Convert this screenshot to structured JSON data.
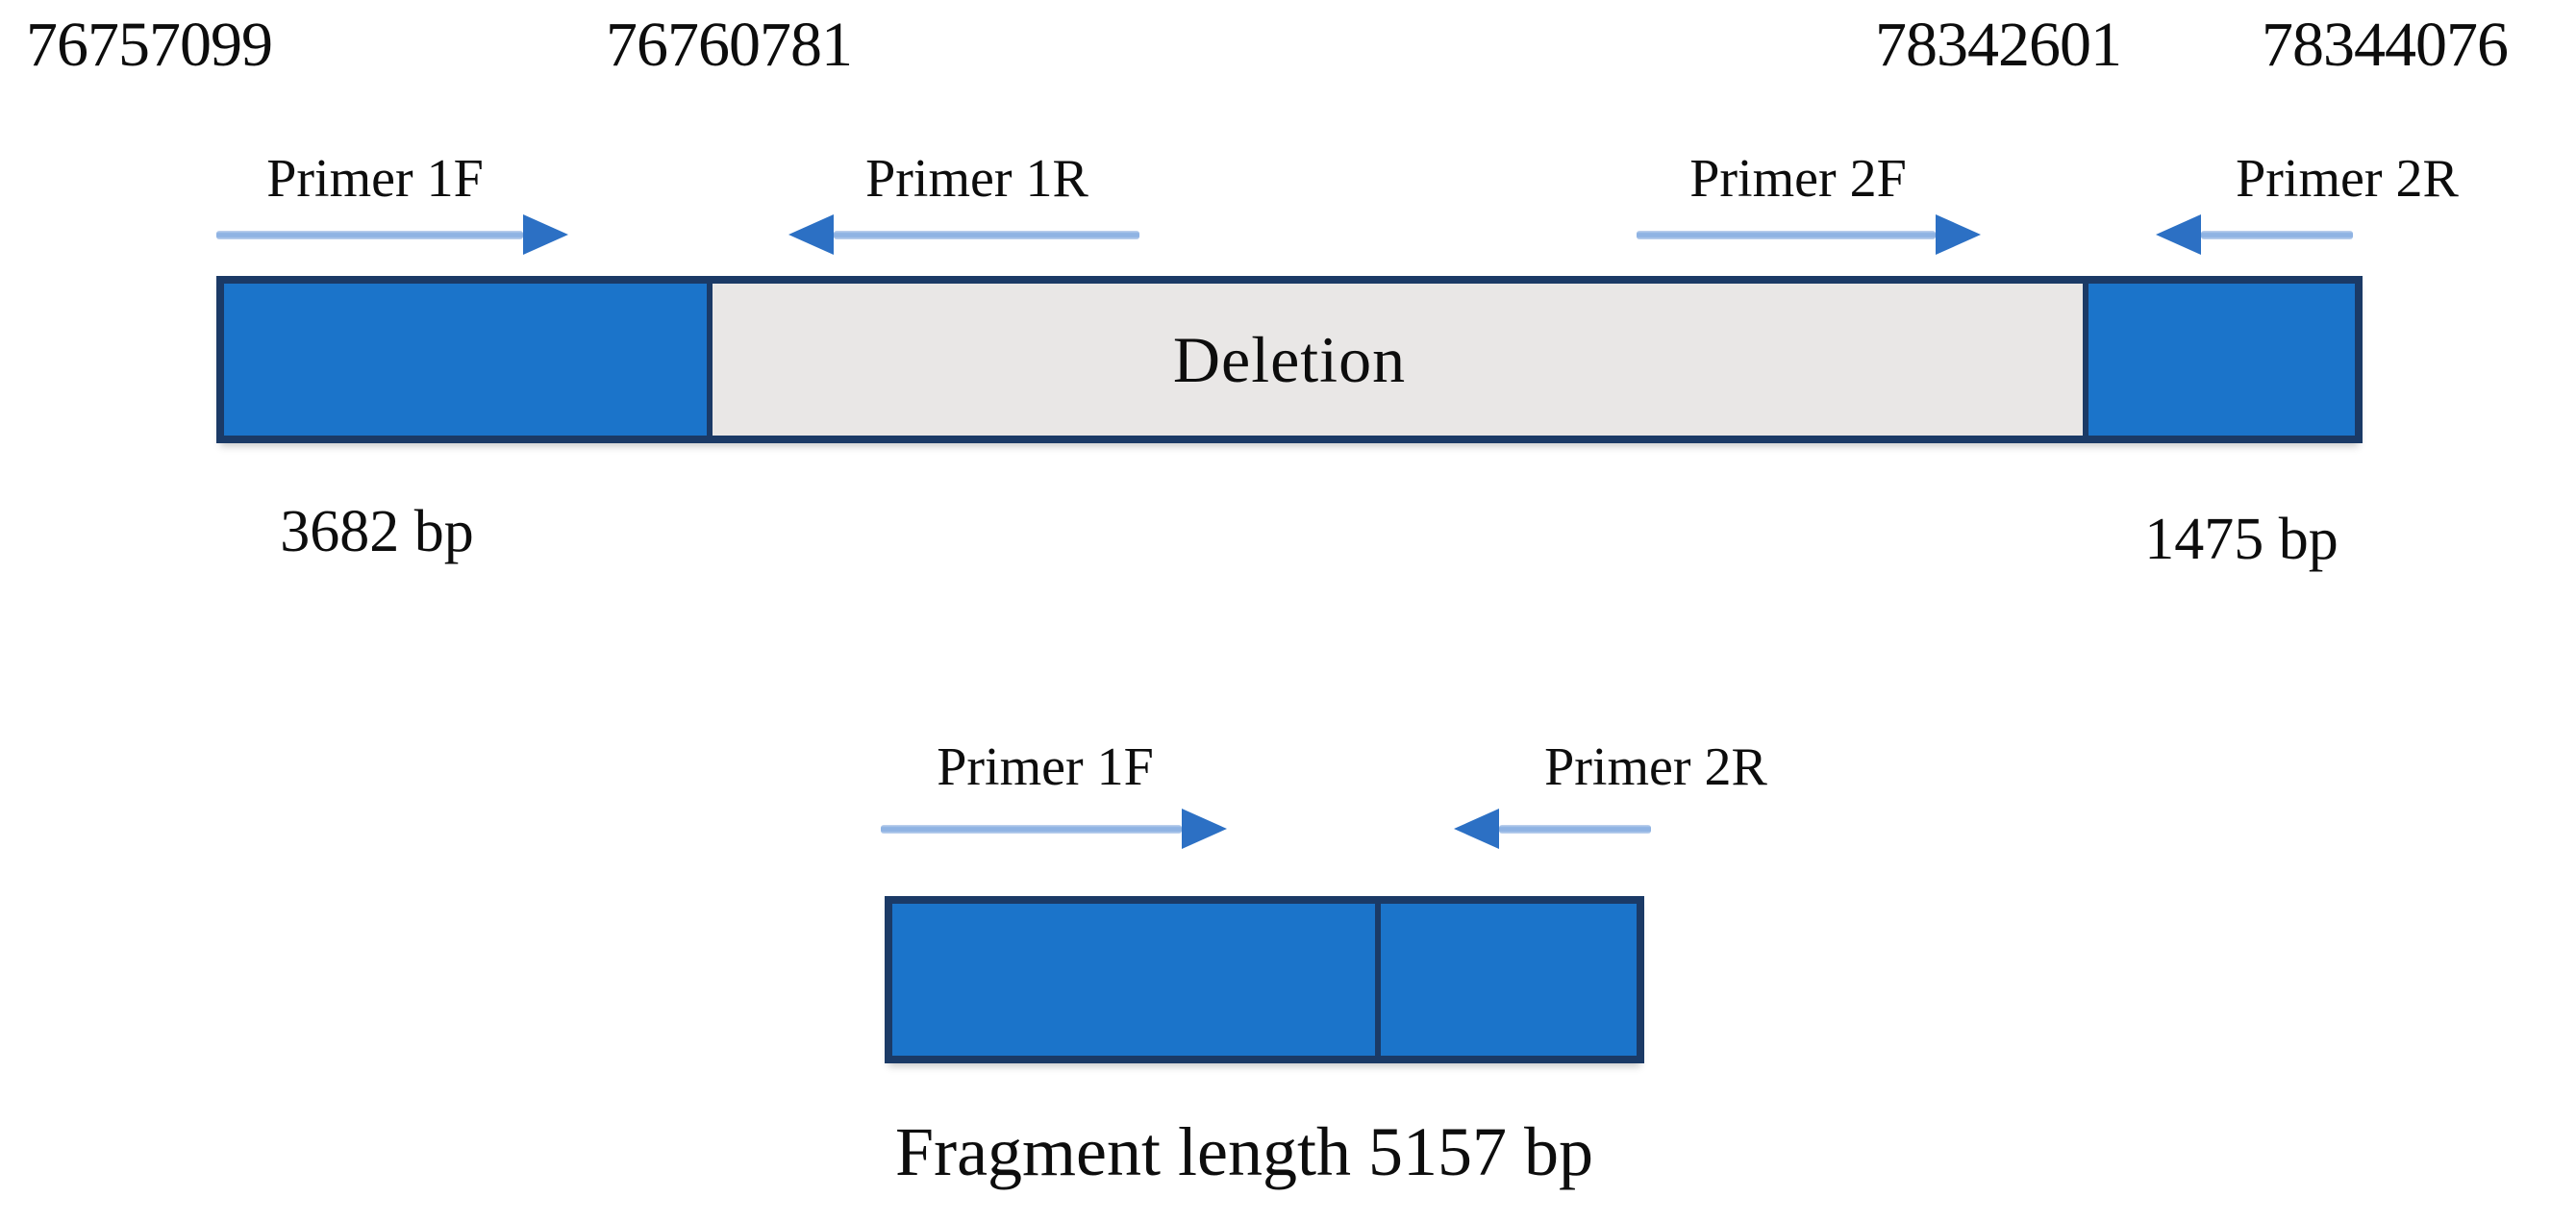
{
  "figure": {
    "description": "Schematic of a genomic deletion with PCR primer positions and the resulting fusion fragment"
  },
  "colors": {
    "background": "#ffffff",
    "text": "#0d0d0d",
    "segment-blue": "#1b74ca",
    "bar-border": "#1b3a66",
    "deletion-gray": "#e9e7e6",
    "arrow-line": "#8fb3e3",
    "arrow-head": "#2c70c4"
  },
  "top_diagram": {
    "coordinates": [
      "76757099",
      "76760781",
      "78342601",
      "78344076"
    ],
    "primers": [
      {
        "label": "Primer 1F",
        "direction": "right"
      },
      {
        "label": "Primer 1R",
        "direction": "left"
      },
      {
        "label": "Primer 2F",
        "direction": "right"
      },
      {
        "label": "Primer 2R",
        "direction": "left"
      }
    ],
    "deletion_label": "Deletion",
    "left_segment_length": "3682 bp",
    "right_segment_length": "1475 bp"
  },
  "bottom_diagram": {
    "primers": [
      {
        "label": "Primer 1F",
        "direction": "right"
      },
      {
        "label": "Primer 2R",
        "direction": "left"
      }
    ],
    "caption": "Fragment length 5157 bp"
  }
}
